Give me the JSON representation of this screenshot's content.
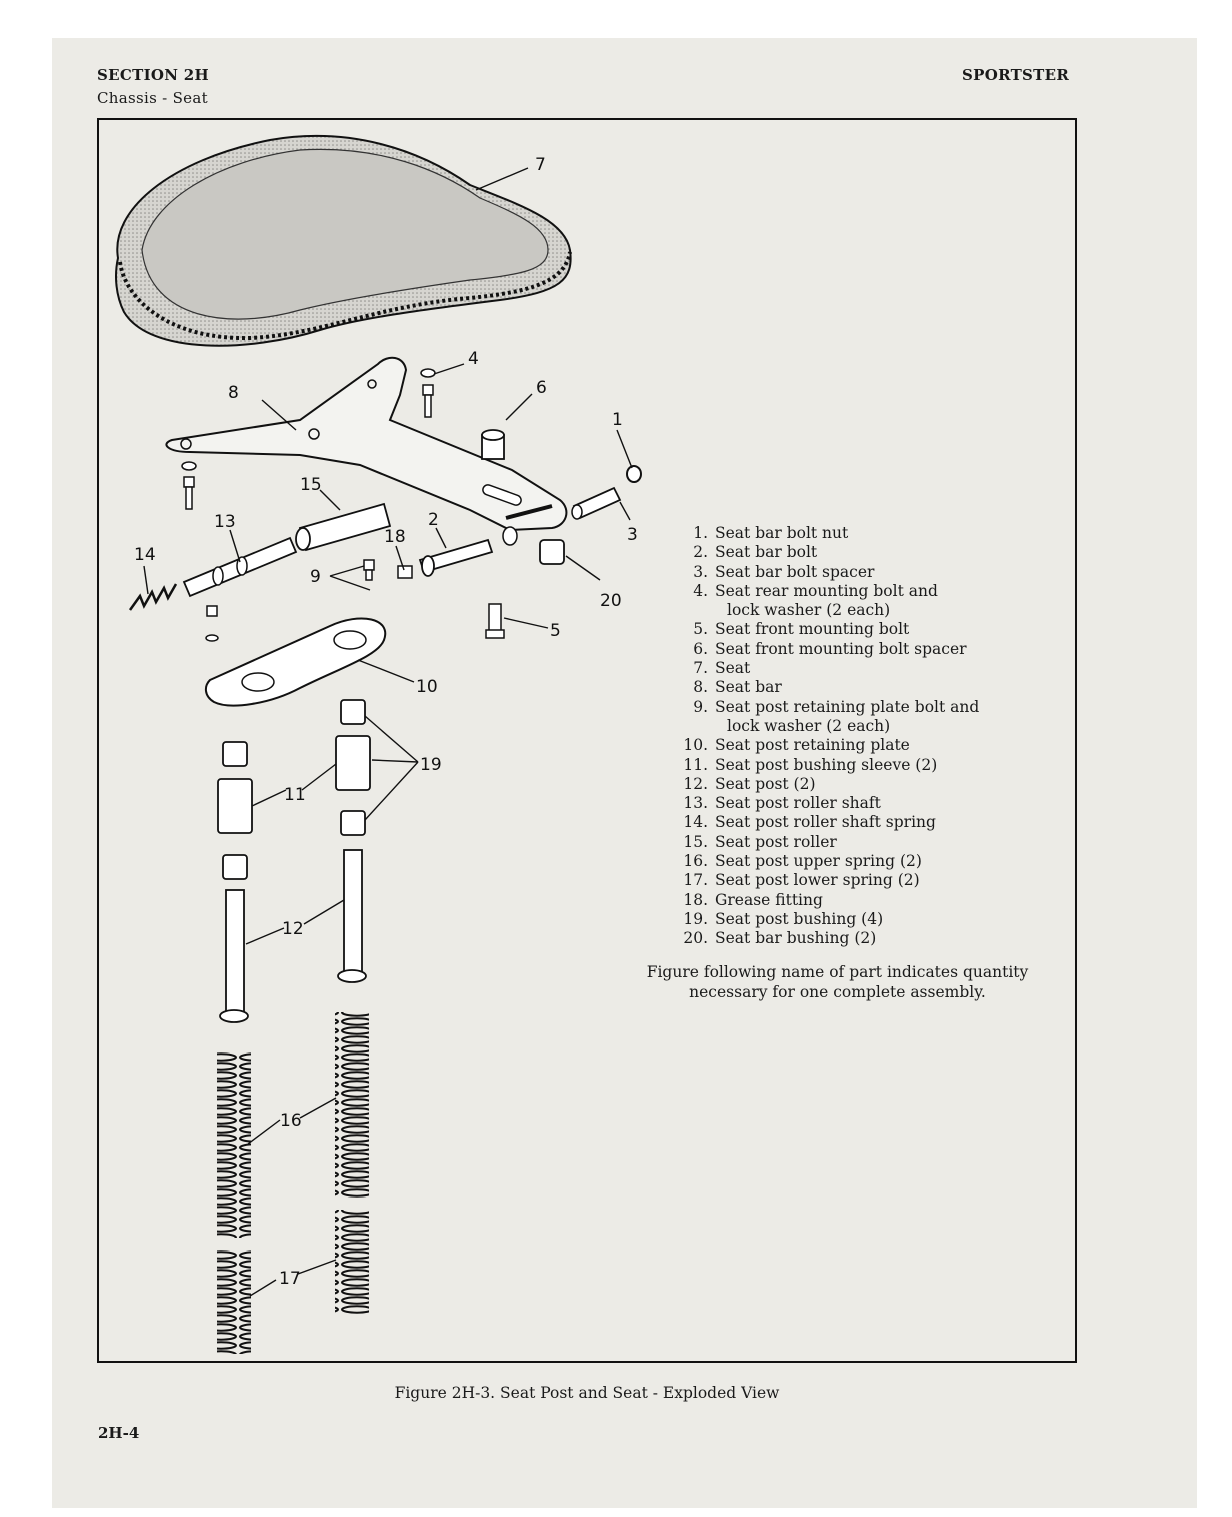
{
  "header": {
    "section": "SECTION 2H",
    "subsection": "Chassis  -  Seat",
    "model": "SPORTSTER"
  },
  "figure": {
    "caption": "Figure 2H-3. Seat Post and Seat - Exploded View",
    "callouts": [
      "7",
      "8",
      "4",
      "6",
      "1",
      "15",
      "13",
      "18",
      "2",
      "3",
      "14",
      "9",
      "20",
      "5",
      "10",
      "19",
      "11",
      "12",
      "16",
      "17"
    ],
    "parts": [
      {
        "num": "1.",
        "lines": [
          "Seat bar bolt nut"
        ]
      },
      {
        "num": "2.",
        "lines": [
          "Seat bar bolt"
        ]
      },
      {
        "num": "3.",
        "lines": [
          "Seat bar bolt spacer"
        ]
      },
      {
        "num": "4.",
        "lines": [
          "Seat rear mounting bolt and",
          "lock washer (2 each)"
        ]
      },
      {
        "num": "5.",
        "lines": [
          "Seat front mounting bolt"
        ]
      },
      {
        "num": "6.",
        "lines": [
          "Seat front mounting bolt spacer"
        ]
      },
      {
        "num": "7.",
        "lines": [
          "Seat"
        ]
      },
      {
        "num": "8.",
        "lines": [
          "Seat bar"
        ]
      },
      {
        "num": "9.",
        "lines": [
          "Seat post retaining plate bolt and",
          "lock washer (2 each)"
        ]
      },
      {
        "num": "10.",
        "lines": [
          "Seat post retaining plate"
        ]
      },
      {
        "num": "11.",
        "lines": [
          "Seat post bushing sleeve (2)"
        ]
      },
      {
        "num": "12.",
        "lines": [
          "Seat post (2)"
        ]
      },
      {
        "num": "13.",
        "lines": [
          "Seat post roller shaft"
        ]
      },
      {
        "num": "14.",
        "lines": [
          "Seat post roller shaft spring"
        ]
      },
      {
        "num": "15.",
        "lines": [
          "Seat post roller"
        ]
      },
      {
        "num": "16.",
        "lines": [
          "Seat post upper spring (2)"
        ]
      },
      {
        "num": "17.",
        "lines": [
          "Seat post lower spring (2)"
        ]
      },
      {
        "num": "18.",
        "lines": [
          "Grease fitting"
        ]
      },
      {
        "num": "19.",
        "lines": [
          "Seat post bushing (4)"
        ]
      },
      {
        "num": "20.",
        "lines": [
          "Seat bar bushing (2)"
        ]
      }
    ],
    "note_lines": [
      "Figure following name of part indicates quantity",
      "necessary for one complete assembly."
    ]
  },
  "footer": {
    "page_number": "2H-4"
  }
}
